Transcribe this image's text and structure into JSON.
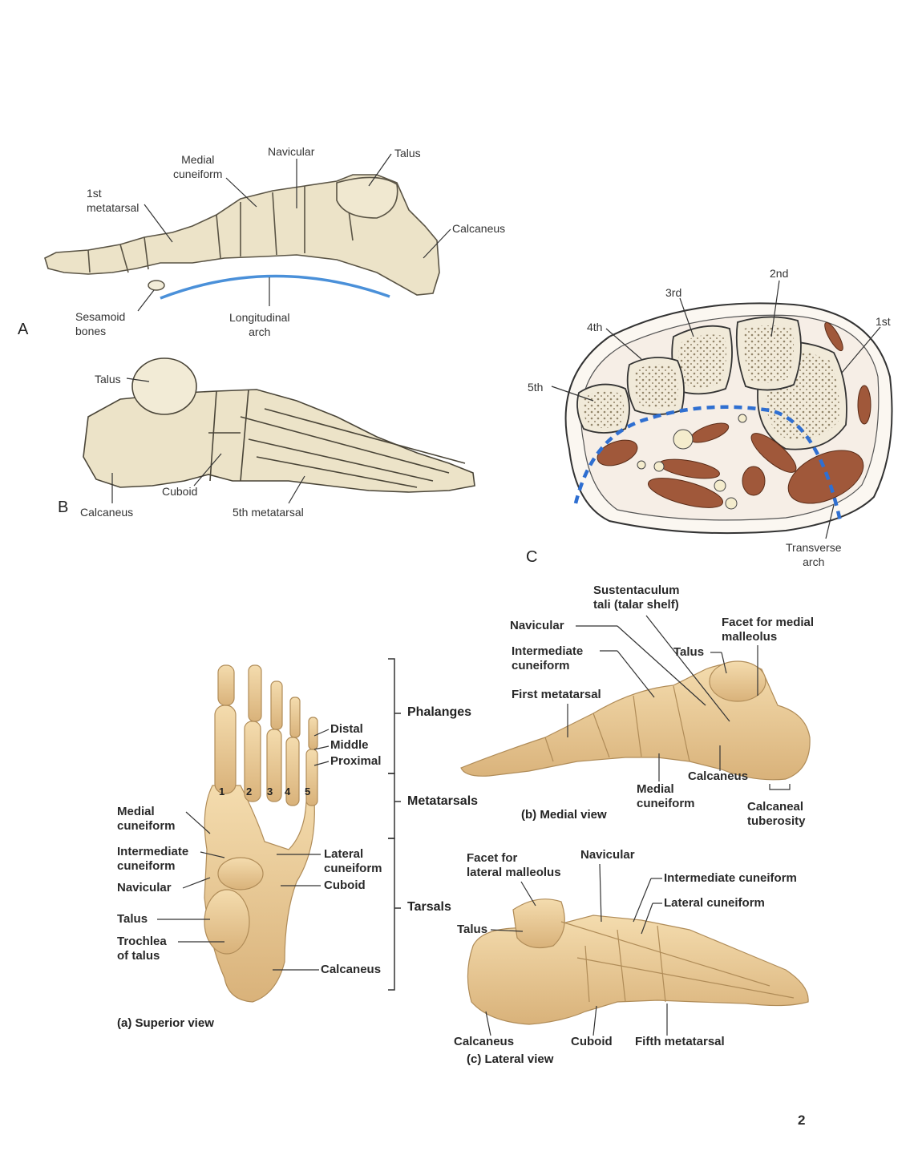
{
  "panel_a": {
    "letter": "A",
    "labels": {
      "medial_cuneiform": "Medial\ncuneiform",
      "navicular": "Navicular",
      "talus": "Talus",
      "first_metatarsal": "1st\nmetatarsal",
      "calcaneus": "Calcaneus",
      "sesamoid": "Sesamoid\nbones",
      "longitudinal_arch": "Longitudinal\narch"
    }
  },
  "panel_b": {
    "letter": "B",
    "labels": {
      "talus": "Talus",
      "calcaneus": "Calcaneus",
      "cuboid": "Cuboid",
      "fifth_metatarsal": "5th metatarsal"
    }
  },
  "panel_c": {
    "letter": "C",
    "labels": {
      "second": "2nd",
      "third": "3rd",
      "first": "1st",
      "fourth": "4th",
      "fifth": "5th",
      "transverse_arch": "Transverse\narch"
    }
  },
  "superior_view": {
    "caption": "(a) Superior view",
    "numbers": [
      "1",
      "2",
      "3",
      "4",
      "5"
    ],
    "left_labels": {
      "medial_cuneiform": "Medial\ncuneiform",
      "intermediate_cuneiform": "Intermediate\ncuneiform",
      "navicular": "Navicular",
      "talus": "Talus",
      "trochlea": "Trochlea\nof talus"
    },
    "right_labels": {
      "distal": "Distal",
      "middle": "Middle",
      "proximal": "Proximal",
      "lateral_cuneiform": "Lateral\ncuneiform",
      "cuboid": "Cuboid",
      "calcaneus": "Calcaneus"
    },
    "groups": {
      "phalanges": "Phalanges",
      "metatarsals": "Metatarsals",
      "tarsals": "Tarsals"
    }
  },
  "medial_view": {
    "caption": "(b) Medial view",
    "labels": {
      "sustentaculum": "Sustentaculum\ntali (talar shelf)",
      "navicular": "Navicular",
      "facet_medial": "Facet for medial\nmalleolus",
      "talus": "Talus",
      "intermediate_cuneiform": "Intermediate\ncuneiform",
      "first_metatarsal": "First metatarsal",
      "calcaneus": "Calcaneus",
      "medial_cuneiform": "Medial\ncuneiform",
      "calcaneal_tuberosity": "Calcaneal\ntuberosity"
    }
  },
  "lateral_view": {
    "caption": "(c) Lateral view",
    "labels": {
      "facet_lateral": "Facet for\nlateral malleolus",
      "navicular": "Navicular",
      "intermediate_cuneiform": "Intermediate cuneiform",
      "lateral_cuneiform": "Lateral cuneiform",
      "talus": "Talus",
      "calcaneus": "Calcaneus",
      "cuboid": "Cuboid",
      "fifth_metatarsal": "Fifth metatarsal"
    }
  },
  "page_number": "2",
  "colors": {
    "bone_sketch": "#ece3c8",
    "bone_color": "#e9c995",
    "arch_line": "#4a90d9",
    "muscle": "#a0583a",
    "leader": "#333333"
  }
}
